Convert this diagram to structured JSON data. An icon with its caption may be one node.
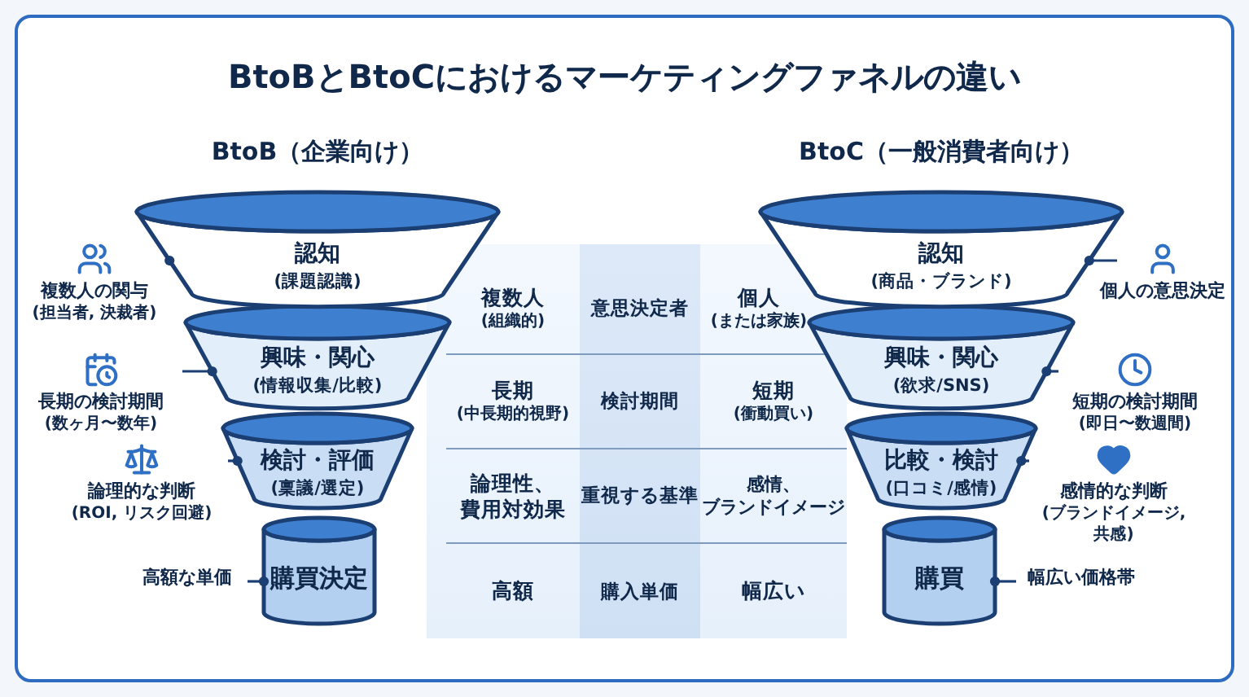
{
  "diagram": {
    "title": "BtoBとBtoCにおけるマーケティングファネルの違い",
    "nodes": [
      {
        "text": [
          "認知",
          "(課題認識)"
        ]
      },
      {
        "text": [
          "興味・関心",
          "(情報収集/比較)"
        ]
      },
      {
        "text": [
          "検討・評価",
          "(稟議/選定)"
        ]
      },
      {
        "text": [
          "購買決定"
        ]
      },
      {
        "text": [
          "複数人の関与",
          "(担当者, 決裁者)"
        ]
      },
      {
        "text": [
          "長期の検討期間",
          "(数ヶ月〜数年)"
        ]
      },
      {
        "text": [
          "論理的な判断",
          "(ROI, リスク回避)"
        ]
      },
      {
        "text": [
          "高額な単価"
        ]
      },
      {
        "text": [
          "認知",
          "(商品・ブランド)"
        ]
      },
      {
        "text": [
          "興味・関心",
          "(欲求/SNS)"
        ]
      },
      {
        "text": [
          "比較・検討",
          "(口コミ/感情)"
        ]
      },
      {
        "text": [
          "購買"
        ]
      },
      {
        "text": [
          "個人の意思決定"
        ]
      },
      {
        "text": [
          "短期の検討期間",
          "(即日〜数週間)"
        ]
      },
      {
        "text": [
          "感情的な判断",
          "(ブランドイメージ, 共感)"
        ]
      },
      {
        "text": [
          "幅広い価格帯"
        ]
      }
    ],
    "edges": [
      {
        "from": 4,
        "to": 0,
        "arrow": "other"
      },
      {
        "from": 5,
        "to": 1,
        "arrow": "other"
      },
      {
        "from": 6,
        "to": 2,
        "arrow": "other"
      },
      {
        "from": 7,
        "to": 3,
        "arrow": "other"
      },
      {
        "from": 12,
        "to": 8,
        "arrow": "other"
      },
      {
        "from": 13,
        "to": 9,
        "arrow": "other"
      },
      {
        "from": 14,
        "to": 10,
        "arrow": "other"
      },
      {
        "from": 15,
        "to": 11,
        "arrow": "other"
      }
    ],
    "labels": [
      "BtoB（企業向け）",
      "BtoC（一般消費者向け）",
      "複数人",
      "(組織的)",
      "意思決定者",
      "個人",
      "(または家族)",
      "長期",
      "(中長期的視野)",
      "検討期間",
      "短期",
      "(衝動買い)",
      "論理性、費用対効果",
      "重視する基準",
      "感情、ブランドイメージ",
      "高額",
      "購入単価",
      "幅広い"
    ]
  }
}
